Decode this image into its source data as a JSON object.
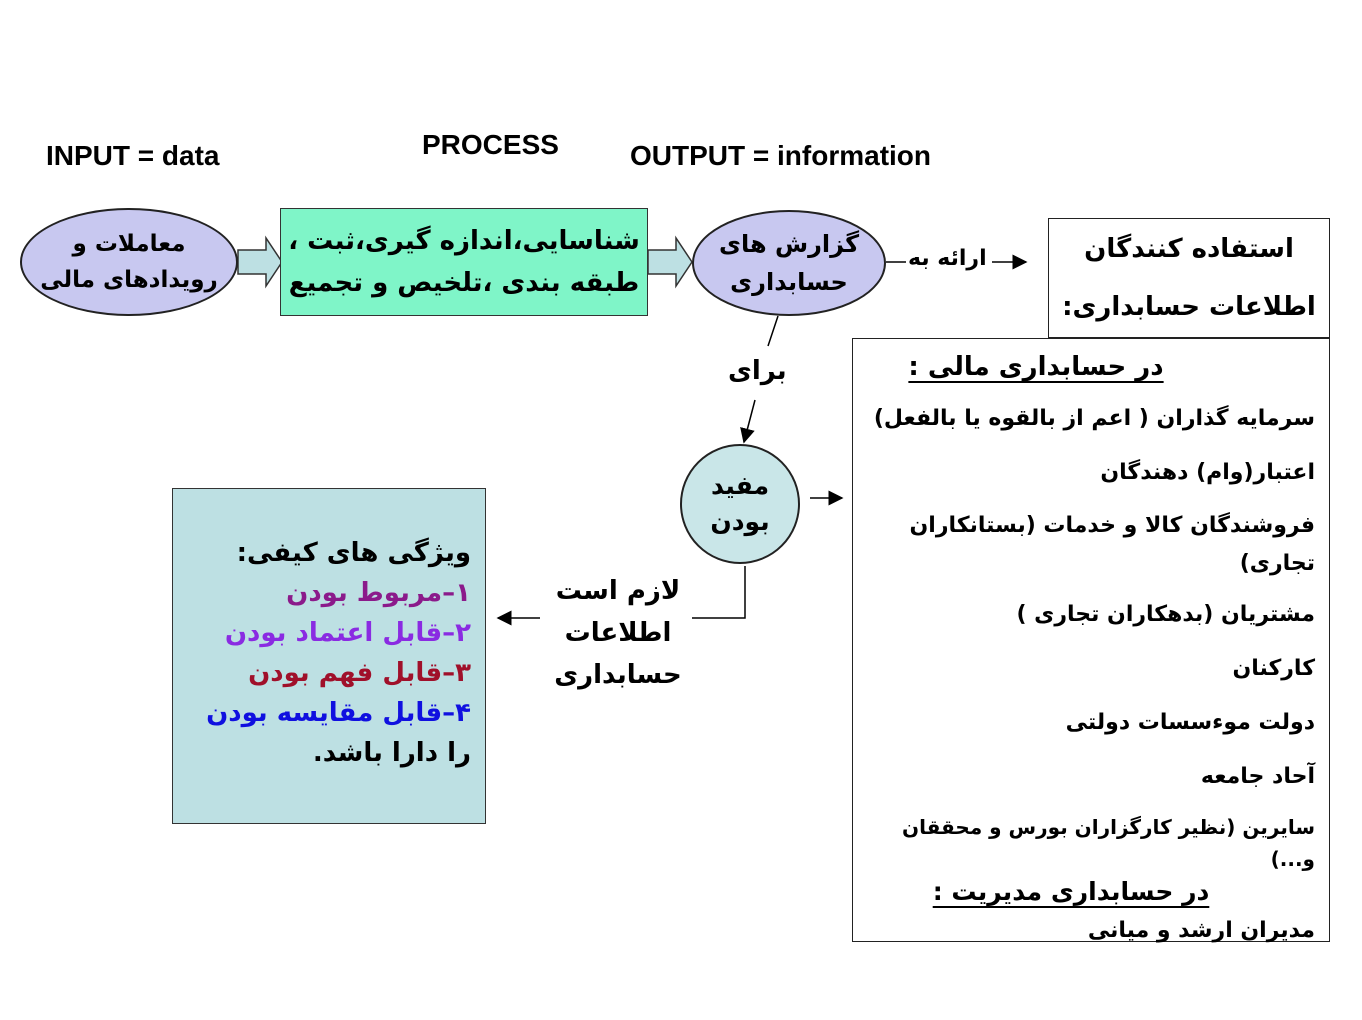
{
  "headers": {
    "input": "INPUT = data",
    "process": "PROCESS",
    "output": "OUTPUT = information"
  },
  "nodes": {
    "transactions": [
      "معاملات و",
      "رویدادهای مالی"
    ],
    "process_box": [
      "شناسایی،اندازه گیری،ثبت ،",
      "طبقه بندی ،تلخیص و تجمیع"
    ],
    "reports": [
      "گزارش های",
      "حسابداری"
    ],
    "users_box": [
      "استفاده کنندگان",
      "اطلاعات حسابداری:"
    ],
    "useful": [
      "مفید",
      "بودن"
    ],
    "required": [
      "لازم است",
      "اطلاعات",
      "حسابداری"
    ]
  },
  "edge_labels": {
    "present_to": "ارائه به",
    "for": "برای"
  },
  "qualities": {
    "title": "ویژگی های کیفی:",
    "items": [
      {
        "text": "۱–مربوط بودن",
        "color": "#8B1A8B"
      },
      {
        "text": "۲–قابل اعتماد بودن",
        "color": "#8A2BE2"
      },
      {
        "text": "۳–قابل فهم بودن",
        "color": "#A0102A"
      },
      {
        "text": "۴–قابل مقایسه بودن",
        "color": "#1010E0"
      }
    ],
    "footer": "را دارا باشد."
  },
  "users_list": {
    "financial_heading": "در حسابداری مالی :",
    "financial_items": [
      "سرمایه گذاران ( اعم از بالقوه یا بالفعل)",
      "اعتبار(وام) دهندگان",
      "فروشندگان کالا و خدمات (بستانکاران تجاری)",
      "مشتریان (بدهکاران تجاری )",
      "کارکنان",
      "دولت موءسسات دولتی",
      "آحاد جامعه",
      "سایرین (نظیر کارگزاران بورس و محققان و...)"
    ],
    "management_heading": "در حسابداری مدیریت :",
    "management_items": [
      "مدیران ارشد و میانی"
    ]
  },
  "colors": {
    "ellipse_fill": "#C8C8F0",
    "process_fill": "#7FF5C8",
    "quality_fill": "#BDE0E3",
    "circle_fill": "#C9E6E8",
    "arrow_fill": "#BDE0E3"
  }
}
